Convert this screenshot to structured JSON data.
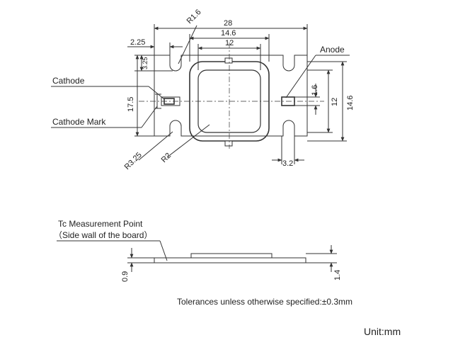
{
  "top_view": {
    "dims": {
      "overall_width": "28",
      "inner_width": "14.6",
      "lens_width": "12",
      "left_offset": "2.25",
      "notch_height": "3.25",
      "overall_height": "17.5",
      "right_height_outer": "14.6",
      "right_height_inner": "12",
      "pad_height": "1.6",
      "pad_width": "3.2",
      "corner_radius_small": "R1.6",
      "corner_radius_large": "R3.25",
      "lens_radius": "R2"
    },
    "labels": {
      "anode": "Anode",
      "cathode": "Cathode",
      "cathode_mark": "Cathode Mark"
    }
  },
  "side_view": {
    "dims": {
      "board_thickness": "0.9",
      "total_height": "1.4"
    },
    "tc_label_line1": "Tc Measurement Point",
    "tc_label_line2": "（Side wall of the board）"
  },
  "footer": {
    "tolerance": "Tolerances unless otherwise specified:±0.3mm",
    "unit": "Unit:mm"
  },
  "colors": {
    "line": "#333333",
    "ink": "#222222",
    "background": "#ffffff"
  }
}
